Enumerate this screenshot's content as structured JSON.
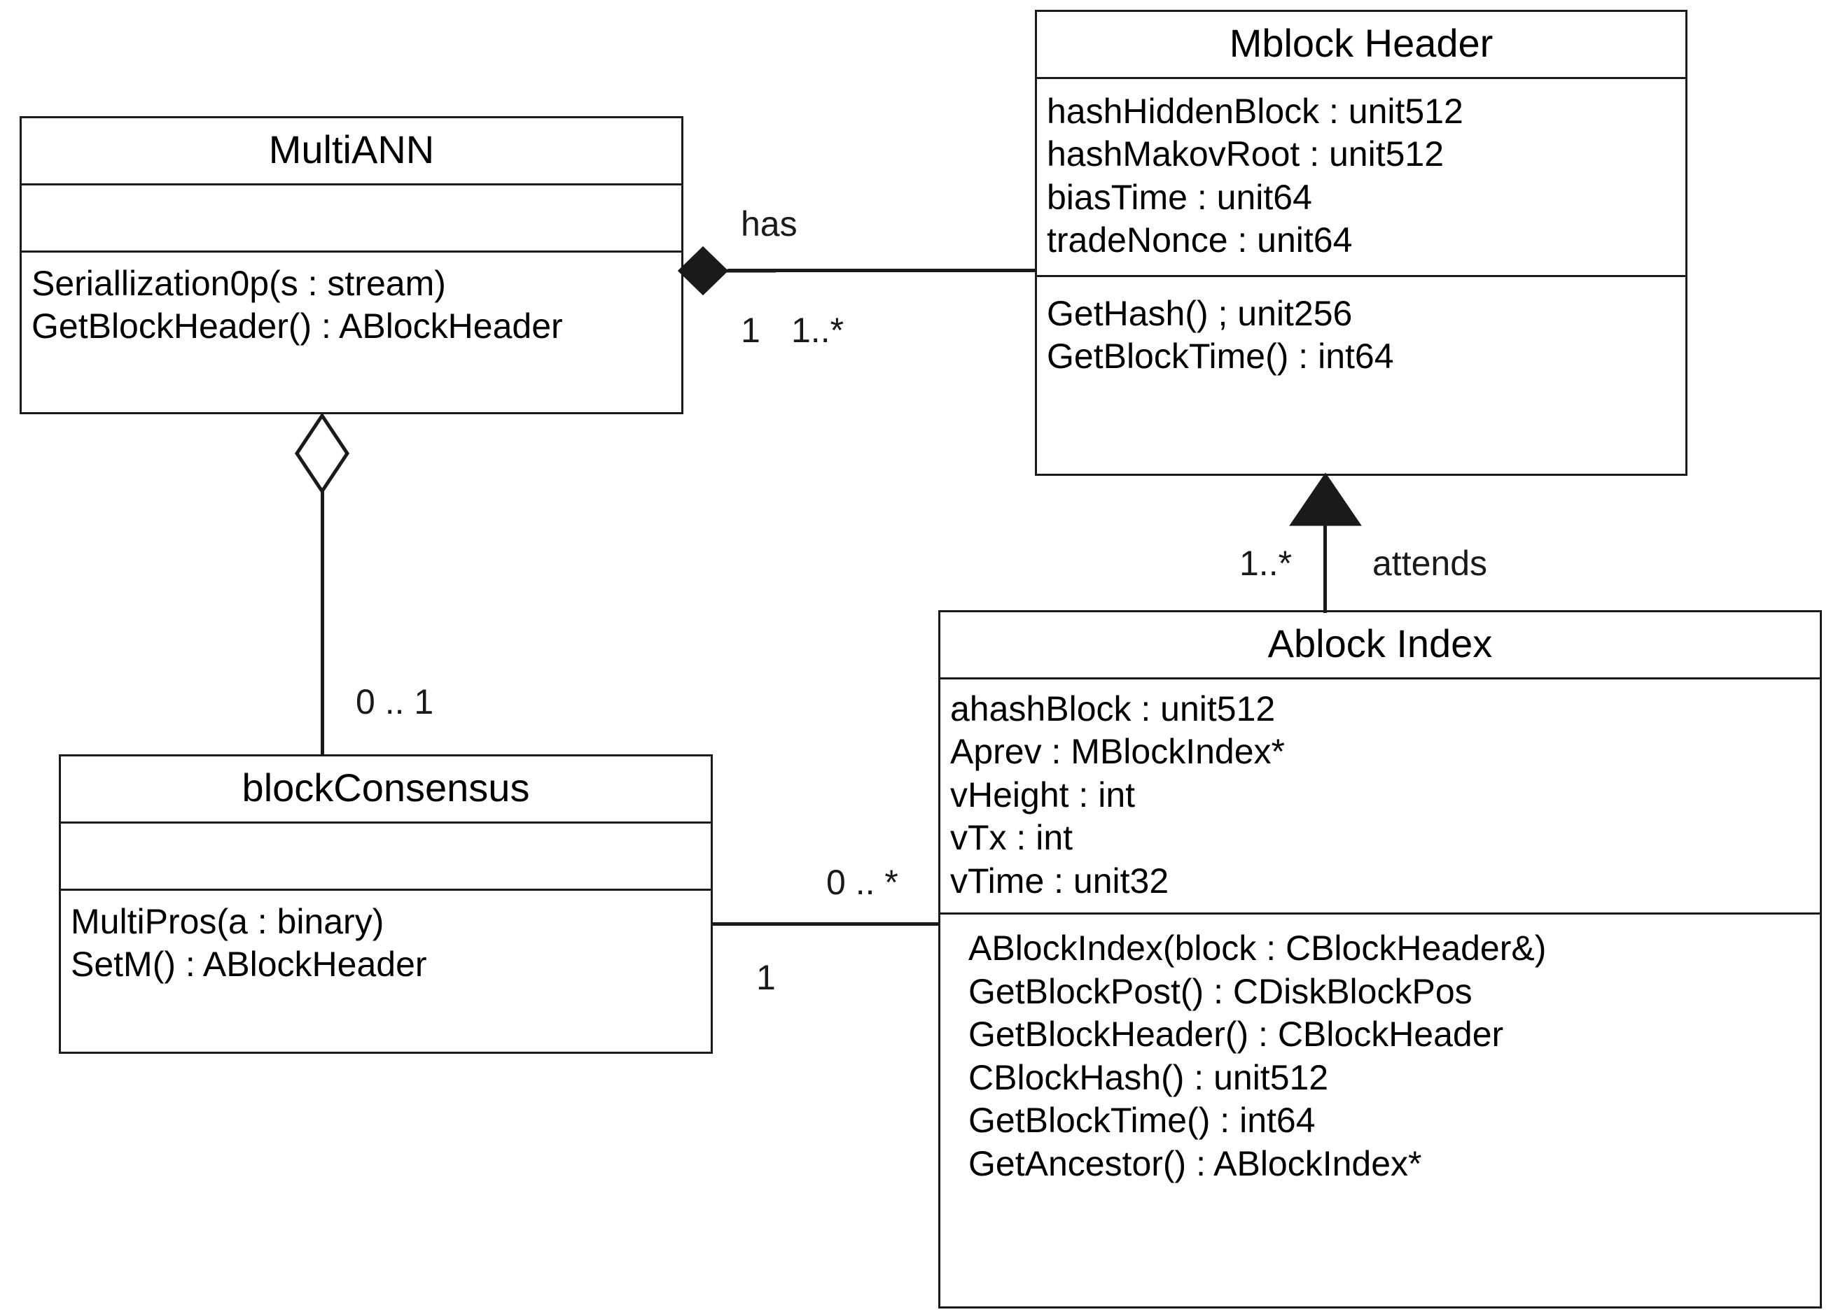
{
  "diagram": {
    "type": "uml-class-diagram",
    "title": "",
    "classes": [
      {
        "id": "multiann",
        "name": "MultiANN",
        "attributes": [],
        "operations": [
          "Seriallization0p(s : stream)",
          "GetBlockHeader() : ABlockHeader"
        ]
      },
      {
        "id": "mblock-header",
        "name": "Mblock Header",
        "attributes": [
          "hashHiddenBlock : unit512",
          "hashMakovRoot : unit512",
          "biasTime : unit64",
          "tradeNonce : unit64"
        ],
        "operations": [
          "GetHash() ; unit256",
          "GetBlockTime() : int64"
        ]
      },
      {
        "id": "ablock-index",
        "name": "Ablock Index",
        "attributes": [
          "ahashBlock : unit512",
          "Aprev : MBlockIndex*",
          "vHeight : int",
          "vTx : int",
          "vTime : unit32"
        ],
        "operations": [
          "ABlockIndex(block : CBlockHeader&)",
          "GetBlockPost() : CDiskBlockPos",
          "GetBlockHeader() : CBlockHeader",
          "CBlockHash() : unit512",
          "GetBlockTime() : int64",
          "GetAncestor() : ABlockIndex*"
        ]
      },
      {
        "id": "block-consensus",
        "name": "blockConsensus",
        "attributes": [],
        "operations": [
          "MultiPros(a : binary)",
          "SetM() : ABlockHeader"
        ]
      }
    ],
    "relationships": [
      {
        "id": "multiann-has-mblockheader",
        "kind": "composition",
        "source": "multiann",
        "target": "mblock-header",
        "label": "has",
        "source_multiplicity": "1",
        "target_multiplicity": "1..*",
        "marker": "filled-diamond"
      },
      {
        "id": "ablockindex-attends-mblockheader",
        "kind": "generalization",
        "source": "ablock-index",
        "target": "mblock-header",
        "label": "attends",
        "source_multiplicity": "1..*",
        "target_multiplicity": "",
        "marker": "filled-triangle"
      },
      {
        "id": "multiann-aggregates-blockconsensus",
        "kind": "aggregation",
        "source": "multiann",
        "target": "block-consensus",
        "label": "",
        "source_multiplicity": "",
        "target_multiplicity": "0 .. 1",
        "marker": "hollow-diamond"
      },
      {
        "id": "blockconsensus-ablockindex",
        "kind": "association",
        "source": "block-consensus",
        "target": "ablock-index",
        "label": "",
        "source_multiplicity": "1",
        "target_multiplicity": "0 .. *",
        "marker": "none"
      }
    ],
    "colors": {
      "stroke": "#1a1a1a",
      "fill": "#ffffff",
      "text": "#000000"
    }
  }
}
